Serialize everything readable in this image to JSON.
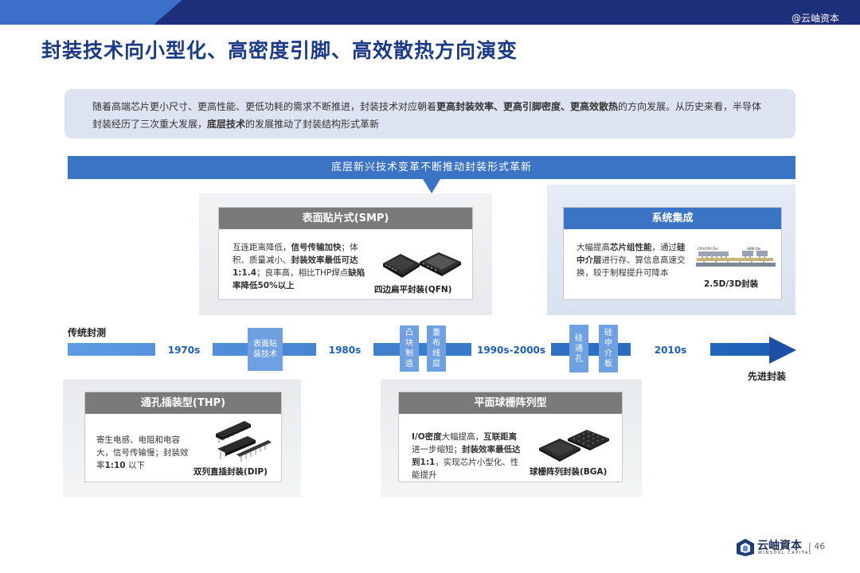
{
  "header": {
    "watermark": "@云岫资本",
    "title": "封装技术向小型化、高密度引脚、高效散热方向演变",
    "colors": {
      "dark_blue": "#1d2f7a",
      "light_blue": "#3b6fc9"
    }
  },
  "intro": {
    "p1": "随着高端芯片更小尺寸、更高性能、更低功耗的需求不断推进，封装技术对应朝着",
    "b1": "更高封装效率、更高引脚密度、更高效散热",
    "p2": "的方向发展。从历史来看，半导体封装经历了三次重大发展，",
    "b2": "底层技术",
    "p3": "的发展推动了封装结构形式革新"
  },
  "banner": "底层新兴技术变革不断推动封装形式革新",
  "timeline": {
    "start_label": "传统封测",
    "end_label": "先进封装",
    "eras": [
      "1970s",
      "1980s",
      "1990s-2000s",
      "2010s"
    ],
    "techs": [
      "表面贴装技术",
      "凸块制造",
      "重布线层",
      "硅通孔",
      "硅中介板"
    ]
  },
  "cards": {
    "smp": {
      "title": "表面贴片式(SMP)",
      "t1": "互连距离降低，",
      "b1": "信号传输加快",
      "t2": "；体积、质量减小、",
      "b2": "封装效率最低可达1:1.4",
      "t3": "；良率高，相比THP焊点",
      "b3": "缺陷率降低50%以上",
      "caption": "四边扁平封装(QFN)"
    },
    "sys": {
      "title": "系统集成",
      "t1": "大幅提高",
      "b1": "芯片组性能",
      "t2": "，通过",
      "b2": "硅中介层",
      "t3": "进行存、算信息高速交换，较于制程提升可降本",
      "caption": "2.5D/3D封装",
      "diagram_labels": [
        "CPU/GPU Die",
        "HBM Die"
      ]
    },
    "thp": {
      "title": "通孔插装型(THP)",
      "t1": "寄生电感、电阻和电容大，信号传输慢；封装效率",
      "b1": "1:10",
      "t2": " 以下",
      "caption": "双列直插封装(DIP)"
    },
    "bga": {
      "title": "平面球栅阵列型",
      "b1": "I/O密度",
      "t1": "大幅提高，",
      "b2": "互联距离",
      "t2": "进一步缩短；",
      "b3": "封装效率最低达到1:1",
      "t3": "，实现芯片小型化、性能提升",
      "caption": "球栅阵列封装(BGA)"
    }
  },
  "footer": {
    "logo_text": "云岫資本",
    "logo_sub": "WINSOUL CAPITAL",
    "page": "| 46"
  }
}
